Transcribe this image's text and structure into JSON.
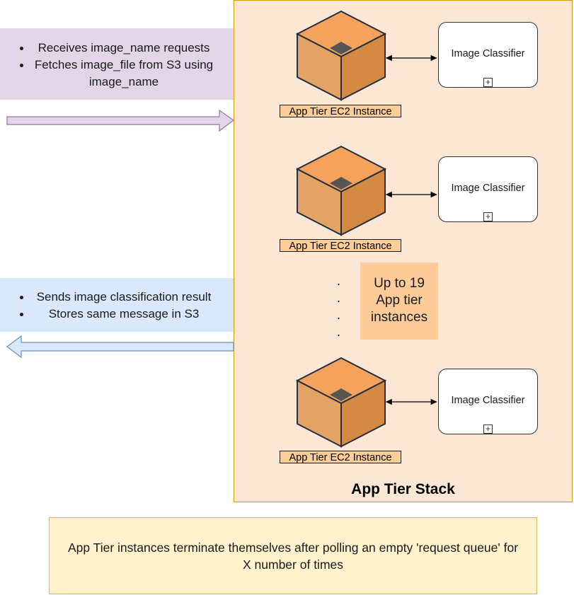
{
  "stack": {
    "title": "App Tier Stack"
  },
  "incoming_note": {
    "items": [
      "Receives image_name requests",
      "Fetches image_file from S3 using image_name"
    ]
  },
  "outgoing_note": {
    "items": [
      "Sends image classification result",
      "Stores same message in S3"
    ]
  },
  "instances": [
    {
      "label": "App Tier EC2 Instance",
      "classifier": "Image Classifier"
    },
    {
      "label": "App Tier EC2 Instance",
      "classifier": "Image Classifier"
    },
    {
      "label": "App Tier EC2 Instance",
      "classifier": "Image Classifier"
    }
  ],
  "ellipsis": {
    "dots": [
      ".",
      ".",
      ".",
      "."
    ]
  },
  "scale_note": {
    "lines": [
      "Up to 19",
      "App tier",
      "instances"
    ]
  },
  "footnote": {
    "text": "App Tier instances terminate themselves after polling an empty 'request queue' for X number of times"
  },
  "colors": {
    "stack_fill": "#fce7d5",
    "stack_border": "#d79b00",
    "incoming_fill": "#e1d5e7",
    "outgoing_fill": "#dae8fc",
    "cube_top": "#f5a25c",
    "cube_left": "#e3a365",
    "cube_right": "#d58a44",
    "label_fill": "#ffcd96",
    "scale_fill": "#ffcc99",
    "footnote_fill": "#fff2cc",
    "footnote_border": "#d6b656"
  },
  "icons": {
    "instance": "ec2-instance-cube-icon",
    "classifier_expand": "expand-plus-icon"
  }
}
